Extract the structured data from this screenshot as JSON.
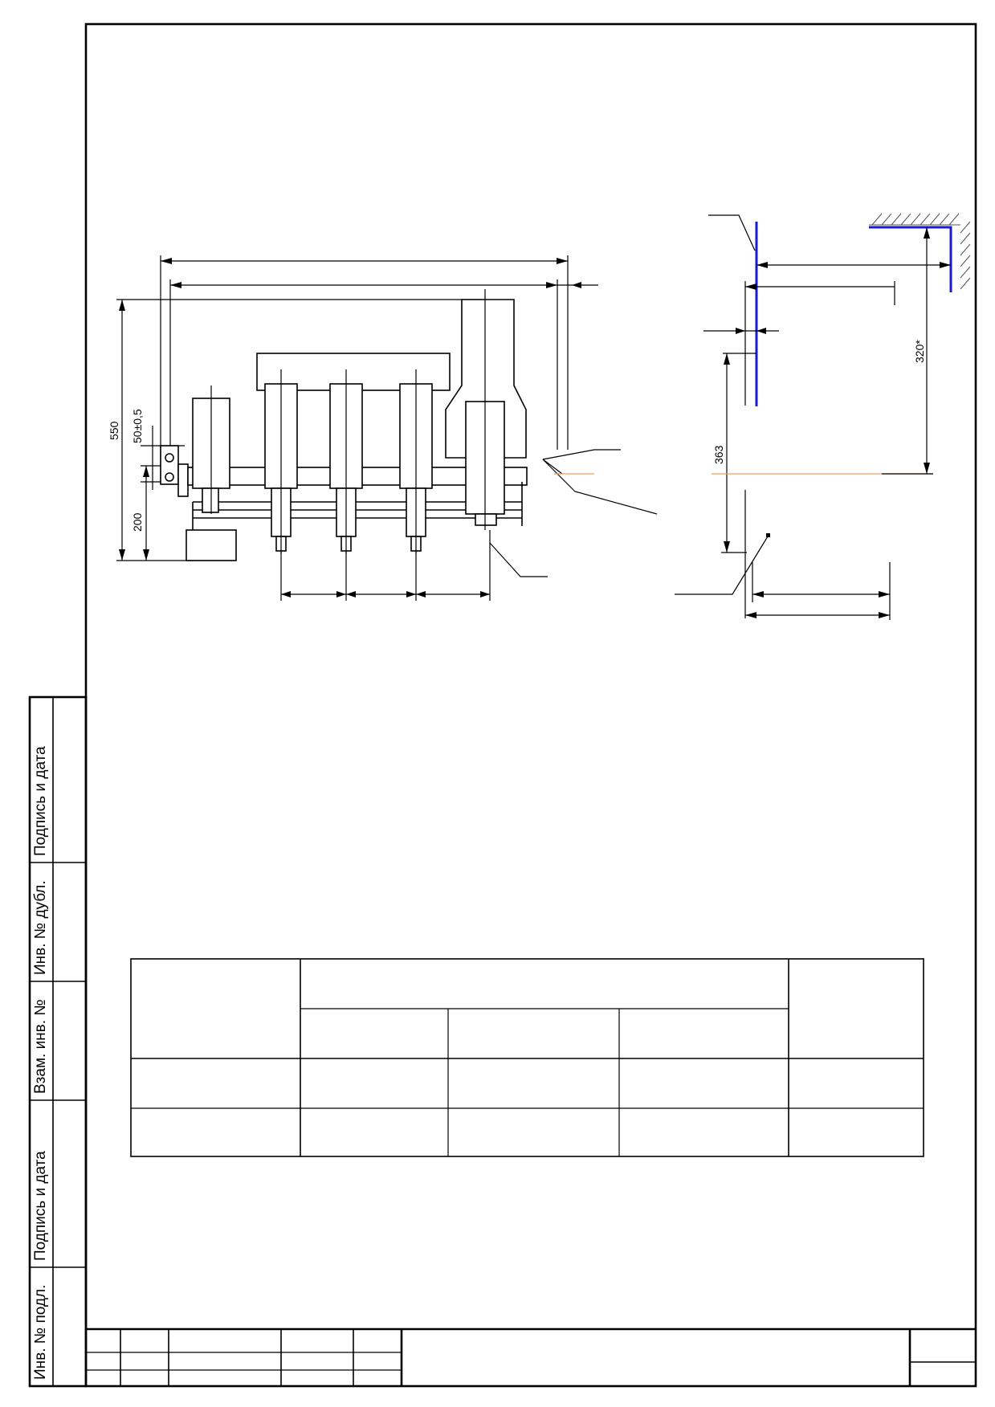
{
  "side_stamp": {
    "labels": [
      "Подпись и дата",
      "Инв. № дубл.",
      "Взам. инв. №",
      "Подпись и дата",
      "Инв. № подл."
    ]
  },
  "dimensions": {
    "overall_height": "550",
    "hole_spacing": "50±0,5",
    "lower_height": "200",
    "right_view_height": "363",
    "right_view_offset": "320*"
  },
  "spec_table": {
    "header": [
      "",
      "",
      ""
    ],
    "subheaders": [
      "",
      "",
      ""
    ],
    "rows": [
      [
        "",
        "",
        "",
        "",
        ""
      ],
      [
        "",
        "",
        "",
        "",
        ""
      ]
    ]
  },
  "colors": {
    "line": "#000000",
    "accent_blue": "#1a1ad6",
    "centerline_orange": "#f0a060"
  }
}
